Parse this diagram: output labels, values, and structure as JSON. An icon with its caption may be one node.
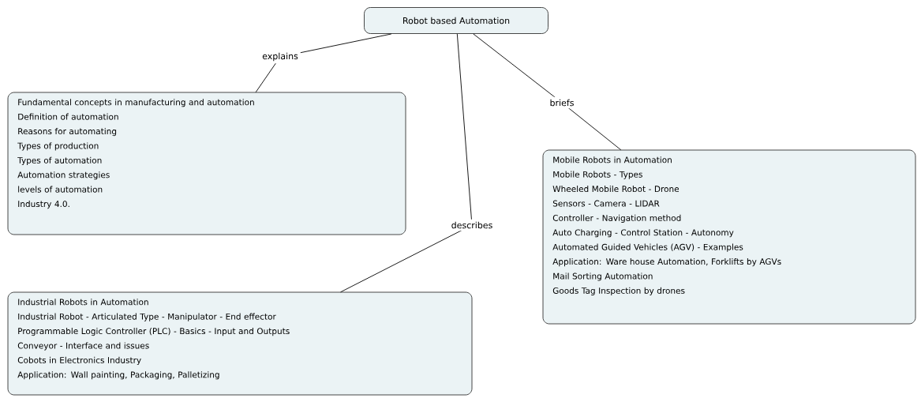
{
  "diagram": {
    "nodes": [
      {
        "text": [
          "Robot based Automation"
        ]
      },
      {
        "text": [
          "Fundamental concepts in manufacturing and automation",
          "Definition of automation",
          "Reasons for automating",
          "Types of production",
          "Types of automation",
          "Automation strategies",
          "levels of automation",
          "Industry 4.0."
        ]
      },
      {
        "text": [
          "Industrial Robots in Automation",
          "Industrial Robot - Articulated Type - Manipulator - End effector",
          "Programmable Logic Controller (PLC) - Basics - Input and Outputs",
          "Conveyor - Interface and issues",
          "Cobots in Electronics Industry",
          "Application: Wall painting, Packaging, Palletizing"
        ]
      },
      {
        "text": [
          "Mobile Robots in Automation",
          "Mobile Robots - Types",
          "Wheeled Mobile Robot - Drone",
          "Sensors - Camera - LIDAR",
          "Controller - Navigation method",
          "Auto Charging - Control Station - Autonomy",
          "Automated Guided Vehicles (AGV) - Examples",
          "Application: Ware house Automation, Forklifts by AGVs",
          "Mail Sorting Automation",
          "Goods Tag Inspection by drones"
        ]
      }
    ],
    "edges": [
      {
        "from": 0,
        "to": 1,
        "arrow": "none",
        "label": "explains"
      },
      {
        "from": 0,
        "to": 2,
        "arrow": "none",
        "label": "describes"
      },
      {
        "from": 0,
        "to": 3,
        "arrow": "none",
        "label": "briefs"
      }
    ]
  }
}
